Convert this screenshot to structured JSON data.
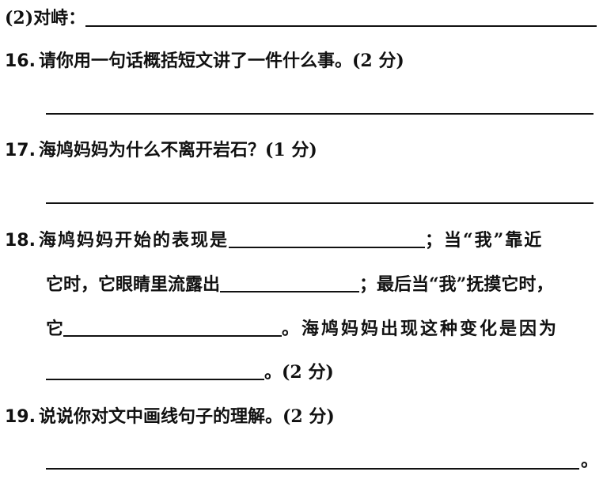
{
  "q2": {
    "label": "(2)对峙："
  },
  "q16": {
    "number": "16",
    "text": "请你用一句话概括短文讲了一件什么事。(2 分)"
  },
  "q17": {
    "number": "17",
    "text": "海鸠妈妈为什么不离开岩石？(1 分)"
  },
  "q18": {
    "number": "18",
    "part1": "海鸠妈妈开始的表现是",
    "part2": "；当“我”靠近",
    "part3": "它时，它眼睛里流露出",
    "part4": "；最后当“我”抚摸它时，",
    "part5": "它",
    "part6": "。海鸠妈妈出现这种变化是因为",
    "part7": "。(2 分)"
  },
  "q19": {
    "number": "19",
    "text": "说说你对文中画线句子的理解。(2 分)",
    "end_mark": "。"
  },
  "separator": "."
}
